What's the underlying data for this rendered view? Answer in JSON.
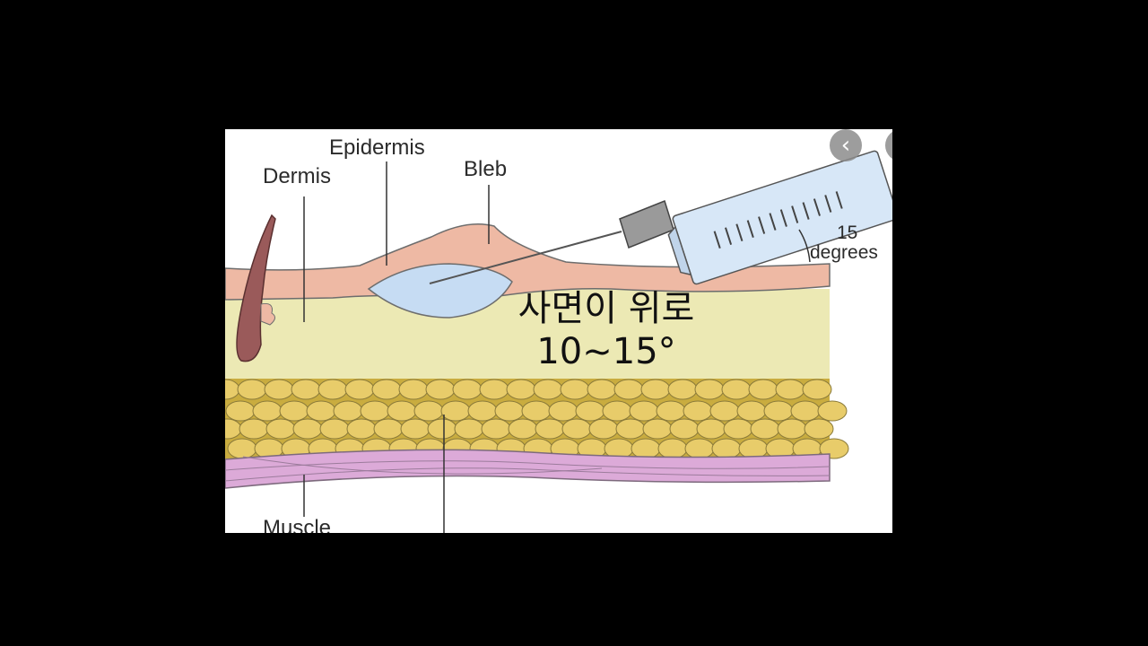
{
  "labels": {
    "dermis": "Dermis",
    "epidermis": "Epidermis",
    "bleb": "Bleb",
    "muscle": "Muscle",
    "angle_value": "15",
    "angle_unit": "degrees"
  },
  "overlay": {
    "line1": "사면이 위로",
    "line2": "10~15°"
  },
  "nav": {
    "prev_icon": "‹",
    "next_icon": "›"
  },
  "colors": {
    "epidermis": "#eeb9a4",
    "dermis": "#ece9b4",
    "fat": "#e8cc6a",
    "muscle": "#dcaad8",
    "bleb": "#c6dcf3",
    "syringe": "#d7e7f7",
    "hair": "#9a5a5a"
  }
}
